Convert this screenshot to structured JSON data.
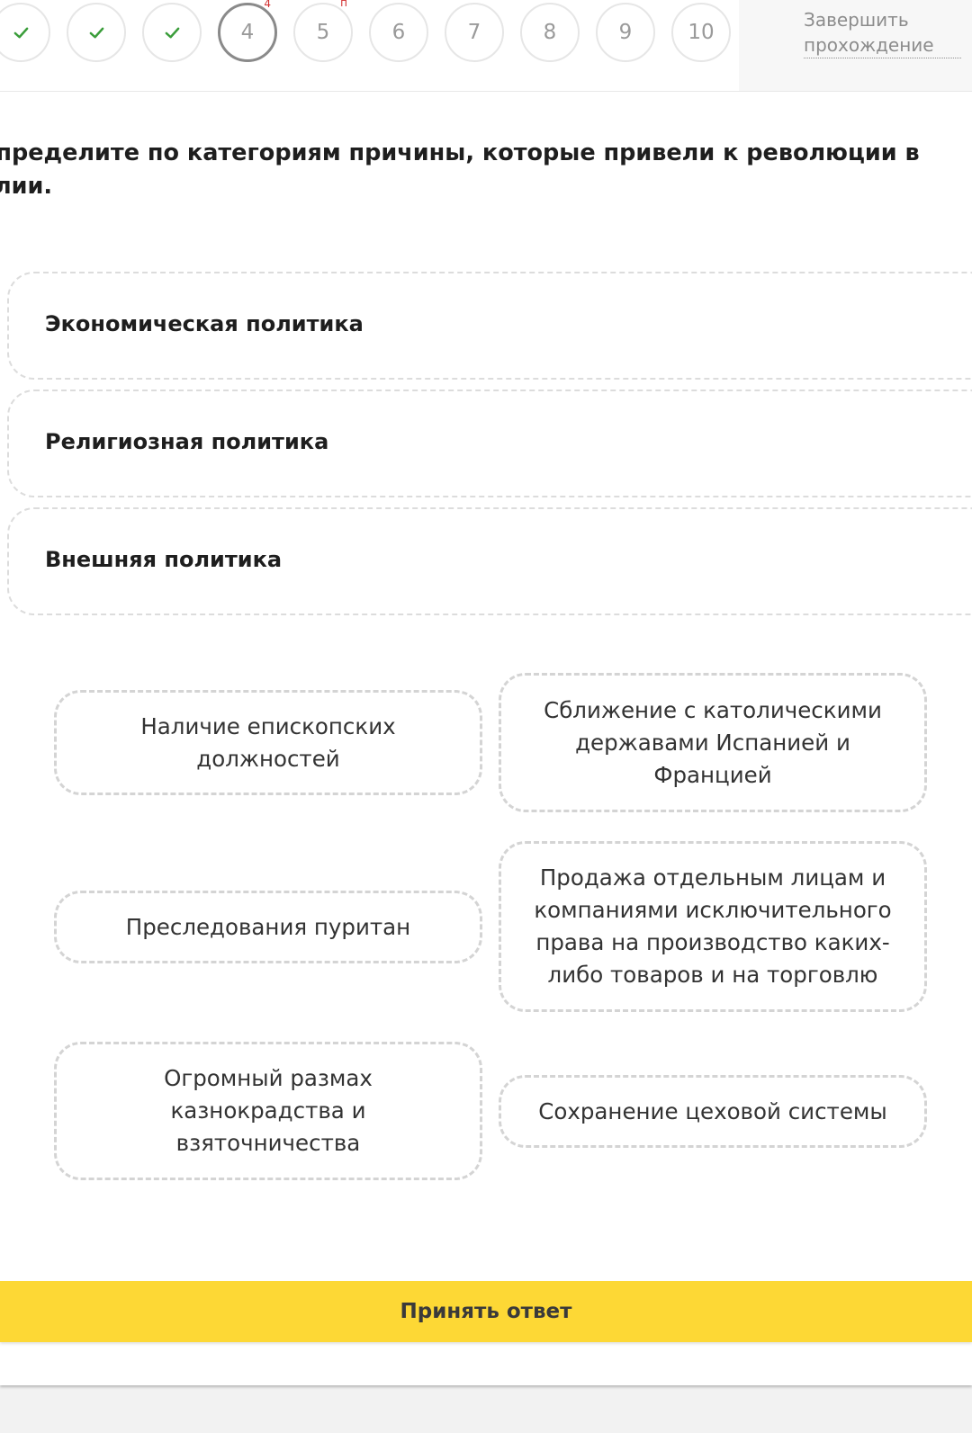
{
  "progress": {
    "steps": [
      {
        "label": "",
        "state": "done"
      },
      {
        "label": "",
        "state": "done"
      },
      {
        "label": "",
        "state": "done"
      },
      {
        "label": "4",
        "state": "current",
        "badge": "4"
      },
      {
        "label": "5",
        "state": "todo",
        "badge": "п"
      },
      {
        "label": "6",
        "state": "todo"
      },
      {
        "label": "7",
        "state": "todo"
      },
      {
        "label": "8",
        "state": "todo"
      },
      {
        "label": "9",
        "state": "todo"
      },
      {
        "label": "10",
        "state": "todo"
      }
    ],
    "check_color": "#3a9d3a",
    "badge_color": "#d23030"
  },
  "finish": {
    "line1": "Завершить",
    "line2": "прохождение"
  },
  "question": {
    "text": "аспределите по категориям причины, которые привели к революции в нглии."
  },
  "categories": [
    {
      "label": "Экономическая политика"
    },
    {
      "label": "Религиозная политика"
    },
    {
      "label": "Внешняя политика"
    }
  ],
  "answers": [
    {
      "text": "Наличие епископских должностей"
    },
    {
      "text": "Сближение с католическими державами Испанией и Францией"
    },
    {
      "text": "Преследования пуритан"
    },
    {
      "text": "Продажа отдельным лицам и компаниями исключительного права на производство каких-либо товаров и на торговлю"
    },
    {
      "text": "Огромный размах казнокрадства и взяточничества"
    },
    {
      "text": "Сохранение цеховой системы"
    }
  ],
  "submit": {
    "label": "Принять ответ",
    "color": "#fdd835"
  }
}
